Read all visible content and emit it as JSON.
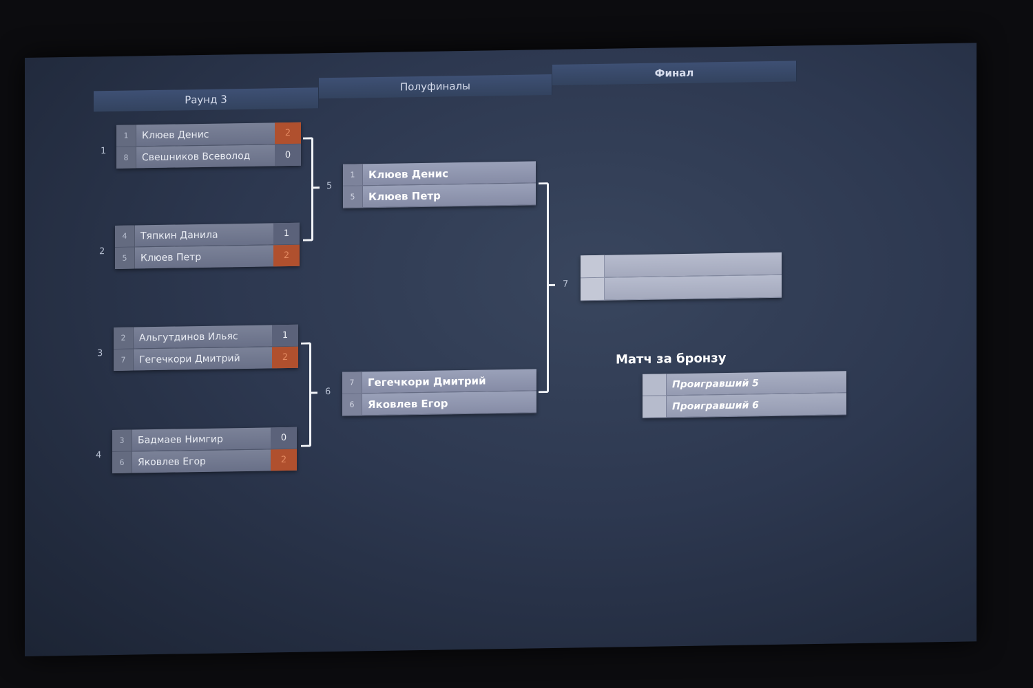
{
  "columns": {
    "round3": "Раунд 3",
    "semifinals": "Полуфиналы",
    "final": "Финал"
  },
  "round3": [
    {
      "num": "1",
      "p1": {
        "seed": "1",
        "name": "Клюев Денис",
        "score": "2",
        "win": true
      },
      "p2": {
        "seed": "8",
        "name": "Свешников Всеволод",
        "score": "0",
        "win": false
      }
    },
    {
      "num": "2",
      "p1": {
        "seed": "4",
        "name": "Тяпкин Данила",
        "score": "1",
        "win": false
      },
      "p2": {
        "seed": "5",
        "name": "Клюев Петр",
        "score": "2",
        "win": true
      }
    },
    {
      "num": "3",
      "p1": {
        "seed": "2",
        "name": "Альгутдинов Ильяс",
        "score": "1",
        "win": false
      },
      "p2": {
        "seed": "7",
        "name": "Гегечкори Дмитрий",
        "score": "2",
        "win": true
      }
    },
    {
      "num": "4",
      "p1": {
        "seed": "3",
        "name": "Бадмаев Нимгир",
        "score": "0",
        "win": false
      },
      "p2": {
        "seed": "6",
        "name": "Яковлев Егор",
        "score": "2",
        "win": true
      }
    }
  ],
  "semifinals": [
    {
      "num": "5",
      "p1": {
        "seed": "1",
        "name": "Клюев Денис"
      },
      "p2": {
        "seed": "5",
        "name": "Клюев Петр"
      }
    },
    {
      "num": "6",
      "p1": {
        "seed": "7",
        "name": "Гегечкори Дмитрий"
      },
      "p2": {
        "seed": "6",
        "name": "Яковлев Егор"
      }
    }
  ],
  "final": {
    "num": "7",
    "p1": {
      "seed": "",
      "name": ""
    },
    "p2": {
      "seed": "",
      "name": ""
    }
  },
  "bronze": {
    "title": "Матч за бронзу",
    "p1": {
      "name": "Проигравший 5"
    },
    "p2": {
      "name": "Проигравший 6"
    }
  },
  "colors": {
    "winner_score": "#b0502e",
    "bracket_line": "#f2f4f8",
    "header": "#3e5074"
  }
}
